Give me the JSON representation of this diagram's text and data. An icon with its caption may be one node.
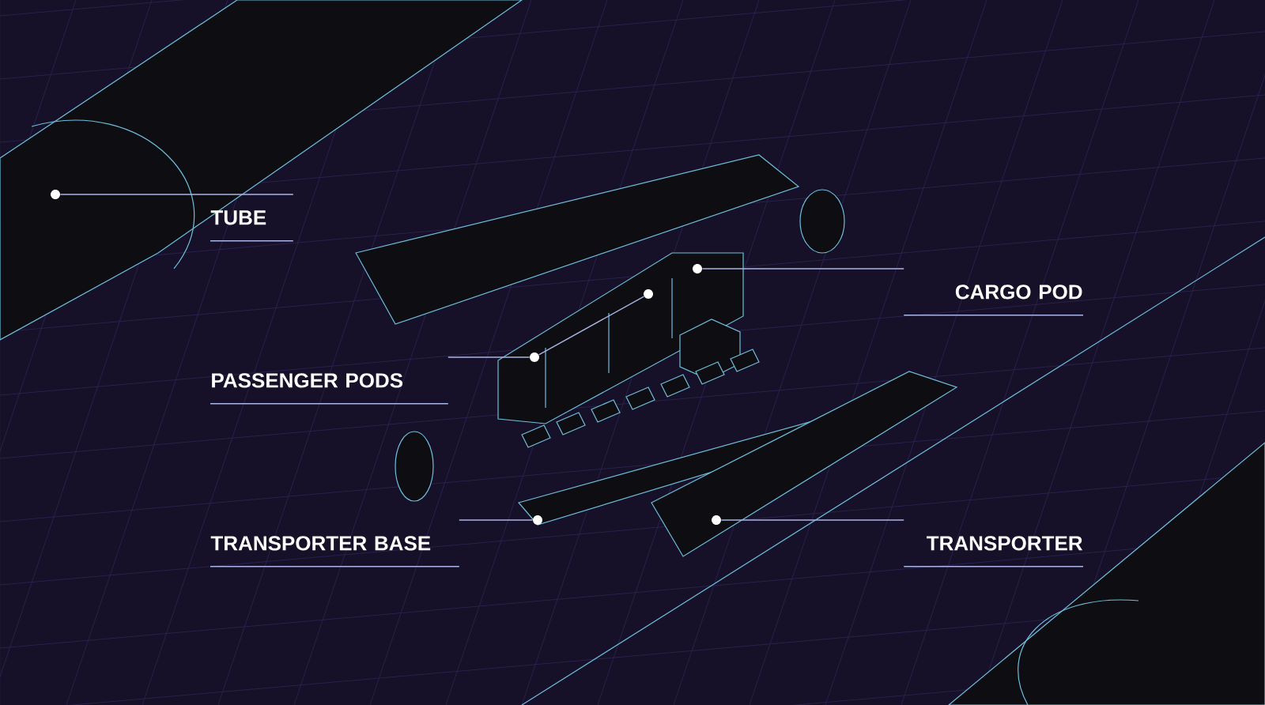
{
  "diagram": {
    "nodes": [
      {
        "text": [
          "TUBE"
        ]
      },
      {
        "text": [
          "CARGO POD"
        ]
      },
      {
        "text": [
          "PASSENGER PODS"
        ]
      },
      {
        "text": [
          "TRANSPORTER BASE"
        ]
      },
      {
        "text": [
          "TRANSPORTER"
        ]
      },
      {
        "text": [],
        "shape": "circle"
      },
      {
        "text": [],
        "shape": "circle"
      },
      {
        "text": [],
        "shape": "circle"
      },
      {
        "text": [],
        "shape": "circle"
      },
      {
        "text": [],
        "shape": "circle"
      },
      {
        "text": [],
        "shape": "circle"
      }
    ],
    "edges": [
      {
        "from": 0,
        "to": 5,
        "arrow": "none"
      },
      {
        "from": 1,
        "to": 6,
        "arrow": "none"
      },
      {
        "from": 2,
        "to": 7,
        "arrow": "none"
      },
      {
        "from": 7,
        "to": 8,
        "arrow": "none"
      },
      {
        "from": 3,
        "to": 9,
        "arrow": "none"
      },
      {
        "from": 4,
        "to": 10,
        "arrow": "none"
      }
    ]
  }
}
